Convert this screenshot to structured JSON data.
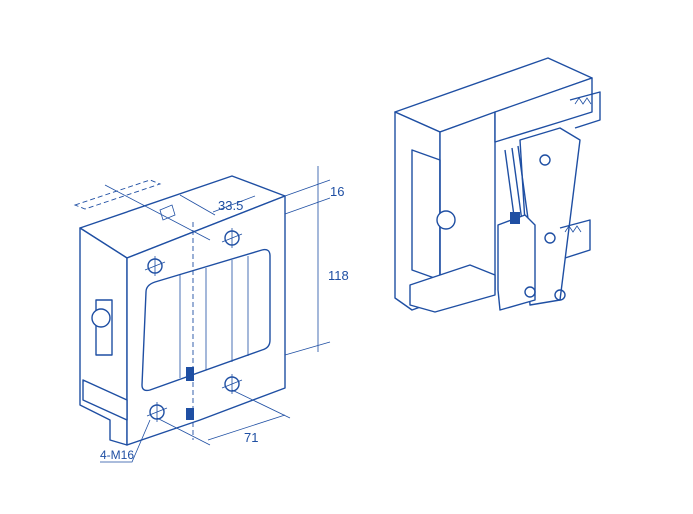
{
  "drawing": {
    "color": "#1f4fa3",
    "dimensions": {
      "top_offset": "33.5",
      "height_small": "16",
      "height_main": "118",
      "hole_spacing": "71",
      "bolt_callout": "4-M16"
    }
  }
}
